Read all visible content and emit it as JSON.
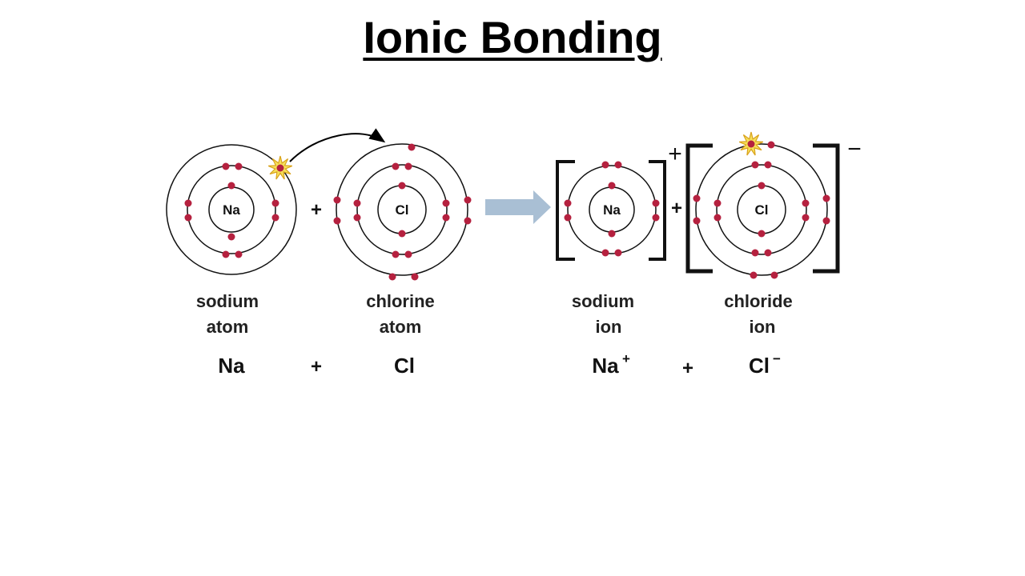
{
  "title": "Ionic Bonding",
  "colors": {
    "electron": "#b5213f",
    "arrow": "#a9bfd4",
    "star_fill": "#f6e05a",
    "star_stroke": "#d9a21b"
  },
  "icons": {
    "reaction_arrow": "right-arrow-icon",
    "transferred_electron": "starburst-icon"
  },
  "atoms": {
    "na_atom": {
      "symbol": "Na",
      "caption_line1": "sodium",
      "caption_line2": "atom",
      "formula": "Na",
      "formula_sup": ""
    },
    "cl_atom": {
      "symbol": "Cl",
      "caption_line1": "chlorine",
      "caption_line2": "atom",
      "formula": "Cl",
      "formula_sup": ""
    },
    "na_ion": {
      "symbol": "Na",
      "caption_line1": "sodium",
      "caption_line2": "ion",
      "formula": "Na",
      "formula_sup": "+",
      "charge": "+"
    },
    "cl_ion": {
      "symbol": "Cl",
      "caption_line1": "chloride",
      "caption_line2": "ion",
      "formula": "Cl",
      "formula_sup": "−",
      "charge": "−"
    }
  },
  "operators": {
    "plus_atoms": "+",
    "plus_ions": "+",
    "plus_formula_left": "+",
    "plus_formula_right": "+"
  }
}
